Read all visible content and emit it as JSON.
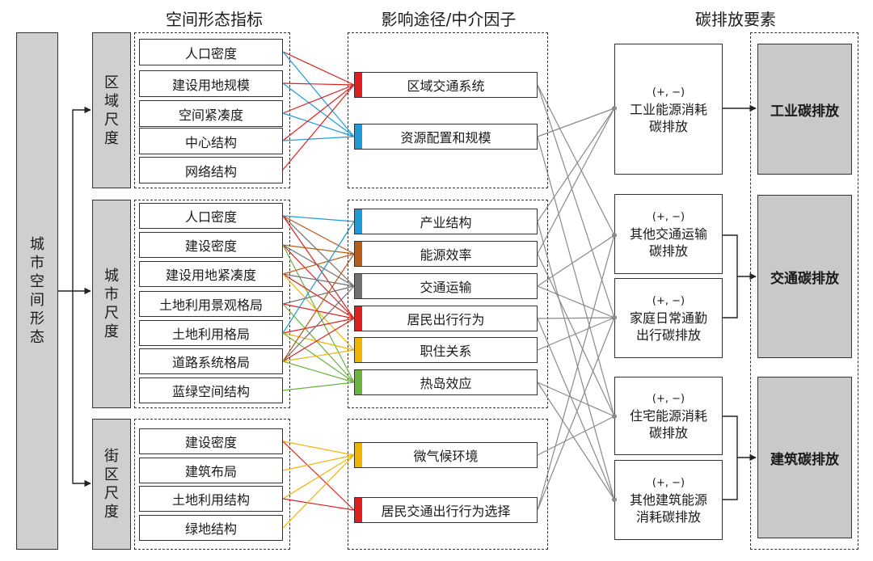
{
  "headers": {
    "indicators": "空间形态指标",
    "pathways": "影响途径/中介因子",
    "elements": "碳排放要素"
  },
  "root": "城市空间形态",
  "scales": [
    {
      "id": "regional",
      "label": "区域尺度",
      "items": [
        "人口密度",
        "建设用地规模",
        "空间紧凑度",
        "中心结构",
        "网络结构"
      ]
    },
    {
      "id": "city",
      "label": "城市尺度",
      "items": [
        "人口密度",
        "建设密度",
        "建设用地紧凑度",
        "土地利用景观格局",
        "土地利用格局",
        "道路系统格局",
        "蓝绿空间结构"
      ]
    },
    {
      "id": "street",
      "label": "街区尺度",
      "items": [
        "建设密度",
        "建筑布局",
        "土地利用结构",
        "绿地结构"
      ]
    }
  ],
  "mediators": [
    {
      "label": "区域交通系统",
      "color": "#e02020"
    },
    {
      "label": "资源配置和规模",
      "color": "#1e9bd7"
    },
    {
      "label": "产业结构",
      "color": "#1e9bd7"
    },
    {
      "label": "能源效率",
      "color": "#b85c1a"
    },
    {
      "label": "交通运输",
      "color": "#707070"
    },
    {
      "label": "居民出行行为",
      "color": "#e02020"
    },
    {
      "label": "职住关系",
      "color": "#f0b400"
    },
    {
      "label": "热岛效应",
      "color": "#6ab33e"
    },
    {
      "label": "微气候环境",
      "color": "#f0b400"
    },
    {
      "label": "居民交通出行行为选择",
      "color": "#e02020"
    }
  ],
  "emissions": [
    {
      "sign": "(+, −)",
      "line1": "工业能源消耗",
      "line2": "碳排放"
    },
    {
      "sign": "(+, −)",
      "line1": "其他交通运输",
      "line2": "碳排放"
    },
    {
      "sign": "(+, −)",
      "line1": "家庭日常通勤",
      "line2": "出行碳排放"
    },
    {
      "sign": "(+, −)",
      "line1": "住宅能源消耗",
      "line2": "碳排放"
    },
    {
      "sign": "(+, −)",
      "line1": "其他建筑能源",
      "line2": "消耗碳排放"
    }
  ],
  "totals": [
    "工业碳排放",
    "交通碳排放",
    "建筑碳排放"
  ],
  "links": {
    "regional": [
      [
        0,
        0
      ],
      [
        0,
        1
      ],
      [
        1,
        0
      ],
      [
        1,
        1
      ],
      [
        2,
        0
      ],
      [
        2,
        1
      ],
      [
        3,
        0
      ],
      [
        3,
        1
      ],
      [
        4,
        0
      ]
    ],
    "city": [
      [
        0,
        2
      ],
      [
        0,
        3
      ],
      [
        0,
        4
      ],
      [
        0,
        5
      ],
      [
        1,
        3
      ],
      [
        1,
        4
      ],
      [
        1,
        5
      ],
      [
        1,
        7
      ],
      [
        2,
        3
      ],
      [
        2,
        4
      ],
      [
        2,
        5
      ],
      [
        2,
        6
      ],
      [
        3,
        4
      ],
      [
        3,
        5
      ],
      [
        3,
        7
      ],
      [
        4,
        2
      ],
      [
        4,
        5
      ],
      [
        4,
        6
      ],
      [
        4,
        7
      ],
      [
        5,
        3
      ],
      [
        5,
        4
      ],
      [
        5,
        5
      ],
      [
        5,
        6
      ],
      [
        5,
        7
      ],
      [
        6,
        7
      ]
    ],
    "street": [
      [
        0,
        8
      ],
      [
        0,
        9
      ],
      [
        1,
        8
      ],
      [
        2,
        8
      ],
      [
        2,
        9
      ],
      [
        3,
        8
      ]
    ],
    "mediator_to_emission": [
      [
        0,
        1
      ],
      [
        0,
        2
      ],
      [
        1,
        0
      ],
      [
        1,
        3
      ],
      [
        2,
        0
      ],
      [
        2,
        4
      ],
      [
        3,
        0
      ],
      [
        3,
        3
      ],
      [
        4,
        1
      ],
      [
        4,
        2
      ],
      [
        5,
        2
      ],
      [
        5,
        4
      ],
      [
        6,
        2
      ],
      [
        7,
        3
      ],
      [
        7,
        4
      ],
      [
        8,
        3
      ],
      [
        9,
        1
      ],
      [
        9,
        2
      ]
    ]
  },
  "colors": {
    "scale_fill": "#cfcfcf",
    "total_fill": "#c9c9c9",
    "line_gray": "#8a8a8a"
  }
}
